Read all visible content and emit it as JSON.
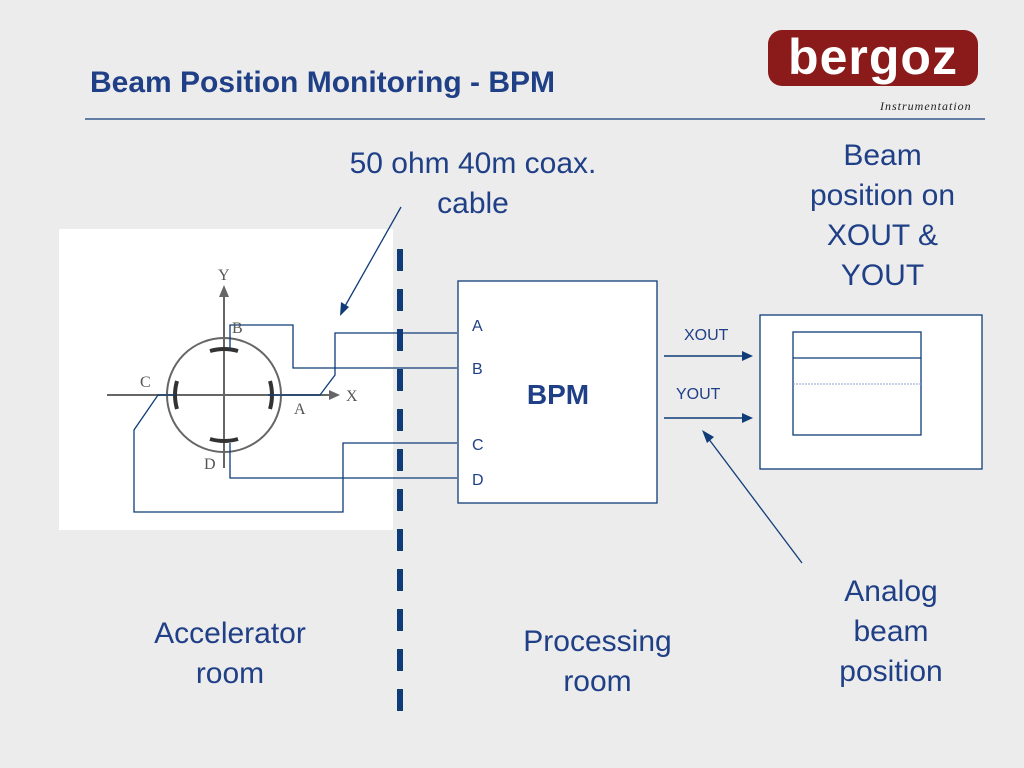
{
  "slide": {
    "title": "Beam Position Monitoring - BPM",
    "logo": {
      "name": "bergoz",
      "tagline": "Instrumentation",
      "color": "#8b1a1a"
    },
    "accent_color": "#1f3f86",
    "divider_color": "#0f3c78"
  },
  "labels": {
    "cable": "50 ohm 40m coax. cable",
    "beam_position": "Beam position on XOUT & YOUT",
    "analog": "Analog beam position",
    "accelerator_room": "Accelerator room",
    "processing_room": "Processing room"
  },
  "bpm_box": {
    "label": "BPM",
    "inputs": [
      "A",
      "B",
      "C",
      "D"
    ],
    "outputs": [
      "XOUT",
      "YOUT"
    ]
  },
  "pickup": {
    "axis_y": "Y",
    "axis_x": "X",
    "electrodes": [
      "A",
      "B",
      "C",
      "D"
    ]
  }
}
